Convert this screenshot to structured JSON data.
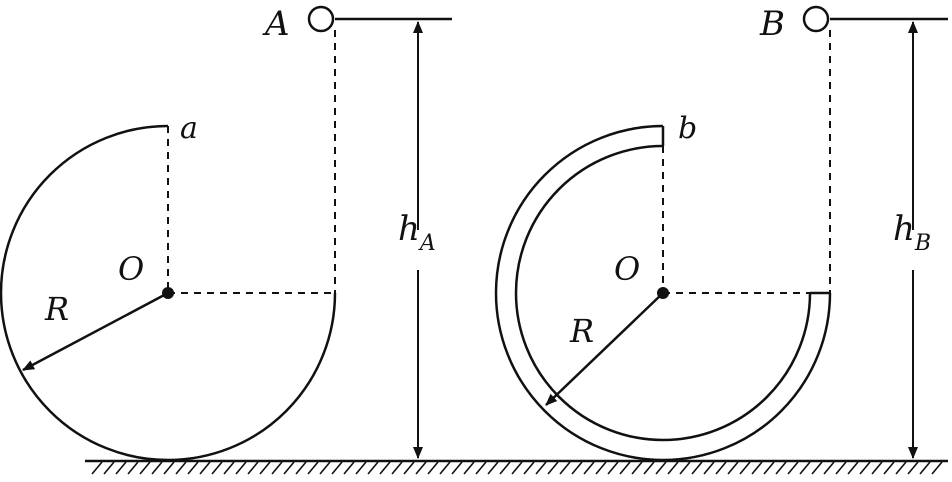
{
  "labels": {
    "A": "A",
    "B": "B",
    "a": "a",
    "b": "b",
    "O_left": "O",
    "O_right": "O",
    "R_left": "R",
    "R_right": "R",
    "hA_main": "h",
    "hA_sub": "A",
    "hB_main": "h",
    "hB_sub": "B"
  },
  "colors": {
    "stroke": "#111111",
    "background": "#ffffff"
  }
}
